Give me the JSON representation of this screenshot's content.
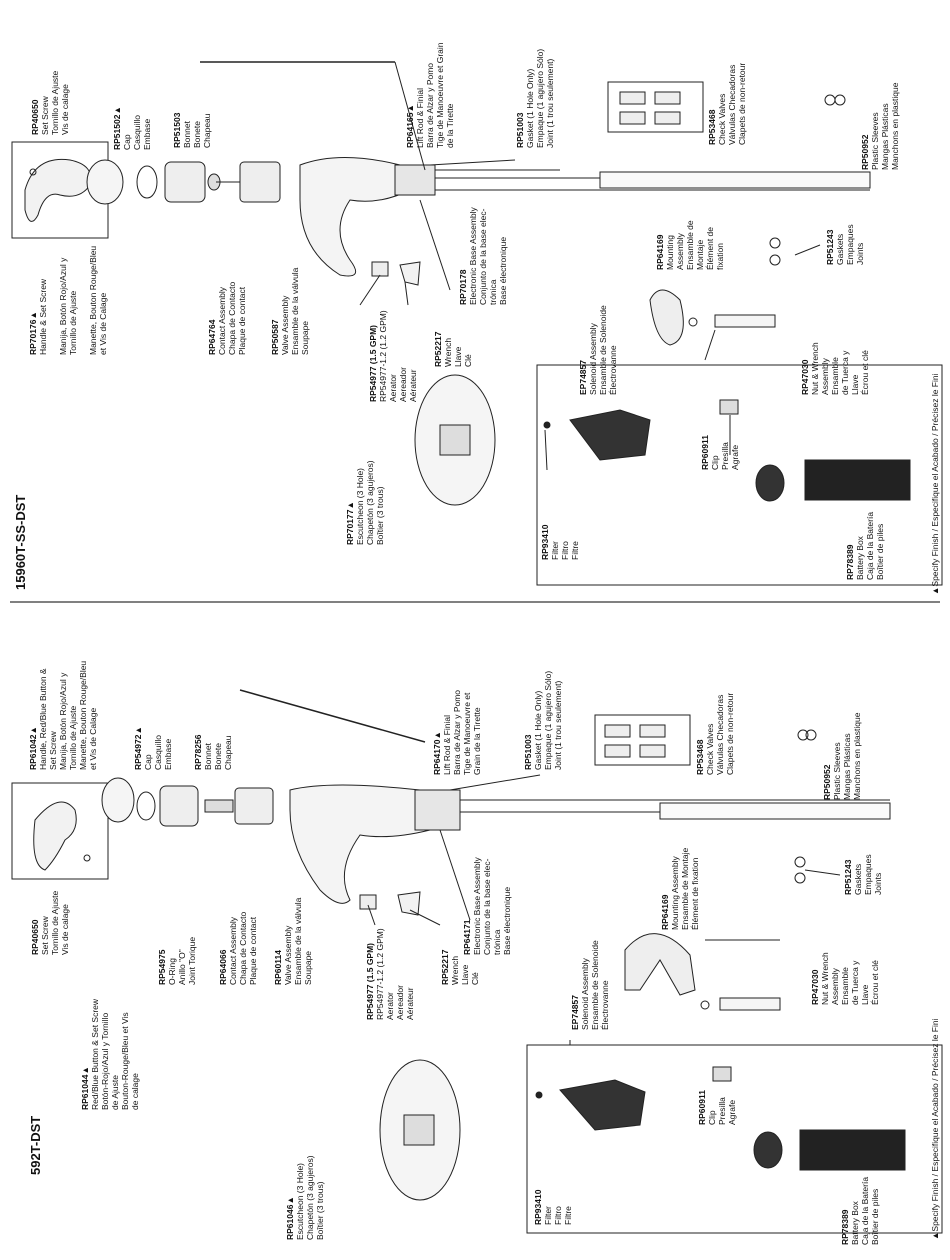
{
  "top": {
    "model": "15960T-SS-DST",
    "note": "▲Specify Finish / Especifique el Acabado / Précisez le Fini",
    "parts": [
      {
        "id": "t-rp40650",
        "pn": "RP40650",
        "lines": [
          "Set Screw",
          "Tornillo de Ajuste",
          "Vis de calage"
        ]
      },
      {
        "id": "t-rp70176",
        "pn": "RP70176▲",
        "lines": [
          "Handle & Set Screw",
          "",
          "Manija, Botón Rojo/Azul y",
          "Tornillo de Ajuste",
          "",
          "Manette, Bouton Rouge/Bleu",
          "et Vis de Calage"
        ]
      },
      {
        "id": "t-rp51502",
        "pn": "RP51502▲",
        "lines": [
          "Cap",
          "Casquillo",
          "Embase"
        ]
      },
      {
        "id": "t-rp51503",
        "pn": "RP51503",
        "lines": [
          "Bonnet",
          "Bonete",
          "Chapeau"
        ]
      },
      {
        "id": "t-rp64764",
        "pn": "RP64764",
        "lines": [
          "Contact Assembly",
          "Chapa de Contacto",
          "Plaque de contact"
        ]
      },
      {
        "id": "t-rp50587",
        "pn": "RP50587",
        "lines": [
          "Valve Assembly",
          "Ensamble de la válvula",
          "Soupape"
        ]
      },
      {
        "id": "t-rp64165",
        "pn": "RP64165▲",
        "lines": [
          "Lift Rod & Finial",
          "Barra de Alzar y Pomo",
          "Tige de Manoeuvre et Grain",
          "de la Tirette"
        ]
      },
      {
        "id": "t-rp51003",
        "pn": "RP51003",
        "lines": [
          "Gasket (1 Hole Only)",
          "Empaque (1 agujero Sólo)",
          "Joint (1 trou seulement)"
        ]
      },
      {
        "id": "t-rp70178",
        "pn": "RP70178",
        "lines": [
          "Electronic Base Assembly",
          "Conjunto de la base elec-",
          "trónica",
          "Base électronique"
        ]
      },
      {
        "id": "t-rp54977",
        "pn": "RP54977 (1.5 GPM)",
        "lines": [
          "RP54977-1.2 (1.2 GPM)",
          "Aerator",
          "Aereador",
          "Aérateur"
        ]
      },
      {
        "id": "t-rp52217",
        "pn": "RP52217",
        "lines": [
          "Wrench",
          "Llave",
          "Clé"
        ]
      },
      {
        "id": "t-rp70177",
        "pn": "RP70177▲",
        "lines": [
          "Escutcheon (3 Hole)",
          "Chapetón (3 agujeros)",
          "Boîtier (3 trous)"
        ]
      },
      {
        "id": "t-rp53468",
        "pn": "RP53468",
        "lines": [
          "Check Valves",
          "Válvulas Checadoras",
          "Clapets de non-retour"
        ]
      },
      {
        "id": "t-rp50952",
        "pn": "RP50952",
        "lines": [
          "Plastic Sleeves",
          "Mangas Plásticas",
          "Manchons en plastique"
        ]
      },
      {
        "id": "t-rp64169",
        "pn": "RP64169",
        "lines": [
          "Mounting",
          "Assembly",
          "Ensamble de",
          "Montaje",
          "Élément de",
          "fixation"
        ]
      },
      {
        "id": "t-rp51243",
        "pn": "RP51243",
        "lines": [
          "Gaskets",
          "Empaques",
          "Joints"
        ]
      },
      {
        "id": "t-rp47030",
        "pn": "RP47030",
        "lines": [
          "Nut & Wrench",
          "Assembly",
          "Ensamble",
          "de Tuerca y",
          "Llave",
          "Écrou et clé"
        ]
      },
      {
        "id": "t-ep74857",
        "pn": "EP74857",
        "lines": [
          "Solenoid Assembly",
          "Ensamble de Solenoide",
          "Électrovanne"
        ]
      },
      {
        "id": "t-rp60911",
        "pn": "RP60911",
        "lines": [
          "Clip",
          "Presilla",
          "Agrafe"
        ]
      },
      {
        "id": "t-rp93410",
        "pn": "RP93410",
        "lines": [
          "Filter",
          "Filtro",
          "Filtre"
        ]
      },
      {
        "id": "t-rp78389",
        "pn": "RP78389",
        "lines": [
          "Battery Box",
          "Caja de la Batería",
          "Boîtier de piles"
        ]
      }
    ]
  },
  "bottom": {
    "model": "592T-DST",
    "note": "▲Specify Finish / Especifique el Acabado / Précisez le Fini",
    "parts": [
      {
        "id": "b-rp61042",
        "pn": "RP61042▲",
        "lines": [
          "Handle, Red/Blue Button &",
          "Set Screw",
          "Manija, Botón Rojo/Azul y",
          "Tornillo de Ajuste",
          "Manette, Bouton Rouge/Bleu",
          "et Vis de Calage"
        ]
      },
      {
        "id": "b-rp40650",
        "pn": "RP40650",
        "lines": [
          "Set Screw",
          "Tornillo de Ajuste",
          "Vis de calage"
        ]
      },
      {
        "id": "b-rp61044",
        "pn": "RP61044▲",
        "lines": [
          "Red/Blue Button & Set Screw",
          "Botón-Rojo/Azul y Tornillo",
          "de Ajuste",
          "Bouton-Rouge/Bleu et Vis",
          "de calage"
        ]
      },
      {
        "id": "b-rp54972",
        "pn": "RP54972▲",
        "lines": [
          "Cap",
          "Casquillo",
          "Embase"
        ]
      },
      {
        "id": "b-rp78256",
        "pn": "RP78256",
        "lines": [
          "Bonnet",
          "Bonete",
          "Chapeau"
        ]
      },
      {
        "id": "b-rp54975",
        "pn": "RP54975",
        "lines": [
          "O-Ring",
          "Anillo \"O\"",
          "Joint Torique"
        ]
      },
      {
        "id": "b-rp64066",
        "pn": "RP64066",
        "lines": [
          "Contact Assembly",
          "Chapa de Contacto",
          "Plaque de contact"
        ]
      },
      {
        "id": "b-rp60114",
        "pn": "RP60114",
        "lines": [
          "Valve Assembly",
          "Ensamble de la válvula",
          "Soupape"
        ]
      },
      {
        "id": "b-rp64170",
        "pn": "RP64170▲",
        "lines": [
          "Lift Rod & Finial",
          "Barra de Alzar y Pomo",
          "Tige de Manoeuvre et",
          "Grain de la Tirette"
        ]
      },
      {
        "id": "b-rp51003",
        "pn": "RP51003",
        "lines": [
          "Gasket (1 Hole Only)",
          "Empaque (1 agujero Sólo)",
          "Joint (1 trou seulement)"
        ]
      },
      {
        "id": "b-rp64171",
        "pn": "RP64171",
        "lines": [
          "Electronic Base Assembly",
          "Conjunto de la base elec-",
          "trónica",
          "Base électronique"
        ]
      },
      {
        "id": "b-rp54977",
        "pn": "RP54977 (1.5 GPM)",
        "lines": [
          "RP54977-1.2 (1.2 GPM)",
          "Aerator",
          "Aereador",
          "Aérateur"
        ]
      },
      {
        "id": "b-rp52217",
        "pn": "RP52217",
        "lines": [
          "Wrench",
          "Llave",
          "Clé"
        ]
      },
      {
        "id": "b-rp61046",
        "pn": "RP61046▲",
        "lines": [
          "Escutcheon (3 Hole)",
          "Chapetón (3 agujeros)",
          "Boîtier (3 trous)"
        ]
      },
      {
        "id": "b-rp53468",
        "pn": "RP53468",
        "lines": [
          "Check Valves",
          "Válvulas Checadoras",
          "Clapets de non-retour"
        ]
      },
      {
        "id": "b-rp50952",
        "pn": "RP50952",
        "lines": [
          "Plastic Sleeves",
          "Mangas Plásticas",
          "Manchons en plastique"
        ]
      },
      {
        "id": "b-rp64169",
        "pn": "RP64169",
        "lines": [
          "Mounting Assembly",
          "Ensamble de Montaje",
          "Élément de fixation"
        ]
      },
      {
        "id": "b-rp51243",
        "pn": "RP51243",
        "lines": [
          "Gaskets",
          "Empaques",
          "Joints"
        ]
      },
      {
        "id": "b-rp47030",
        "pn": "RP47030",
        "lines": [
          "Nut & Wrench",
          "Assembly",
          "Ensamble",
          "de Tuerca y",
          "Llave",
          "Écrou et clé"
        ]
      },
      {
        "id": "b-ep74857",
        "pn": "EP74857",
        "lines": [
          "Solenoid Assembly",
          "Ensamble de Solenoide",
          "Électrovanne"
        ]
      },
      {
        "id": "b-rp60911",
        "pn": "RP60911",
        "lines": [
          "Clip",
          "Presilla",
          "Agrafe"
        ]
      },
      {
        "id": "b-rp93410",
        "pn": "RP93410",
        "lines": [
          "Filter",
          "Filtro",
          "Filtre"
        ]
      },
      {
        "id": "b-rp78389",
        "pn": "RP78389",
        "lines": [
          "Battery Box",
          "Caja de la Batería",
          "Boîtier de piles"
        ]
      }
    ]
  }
}
